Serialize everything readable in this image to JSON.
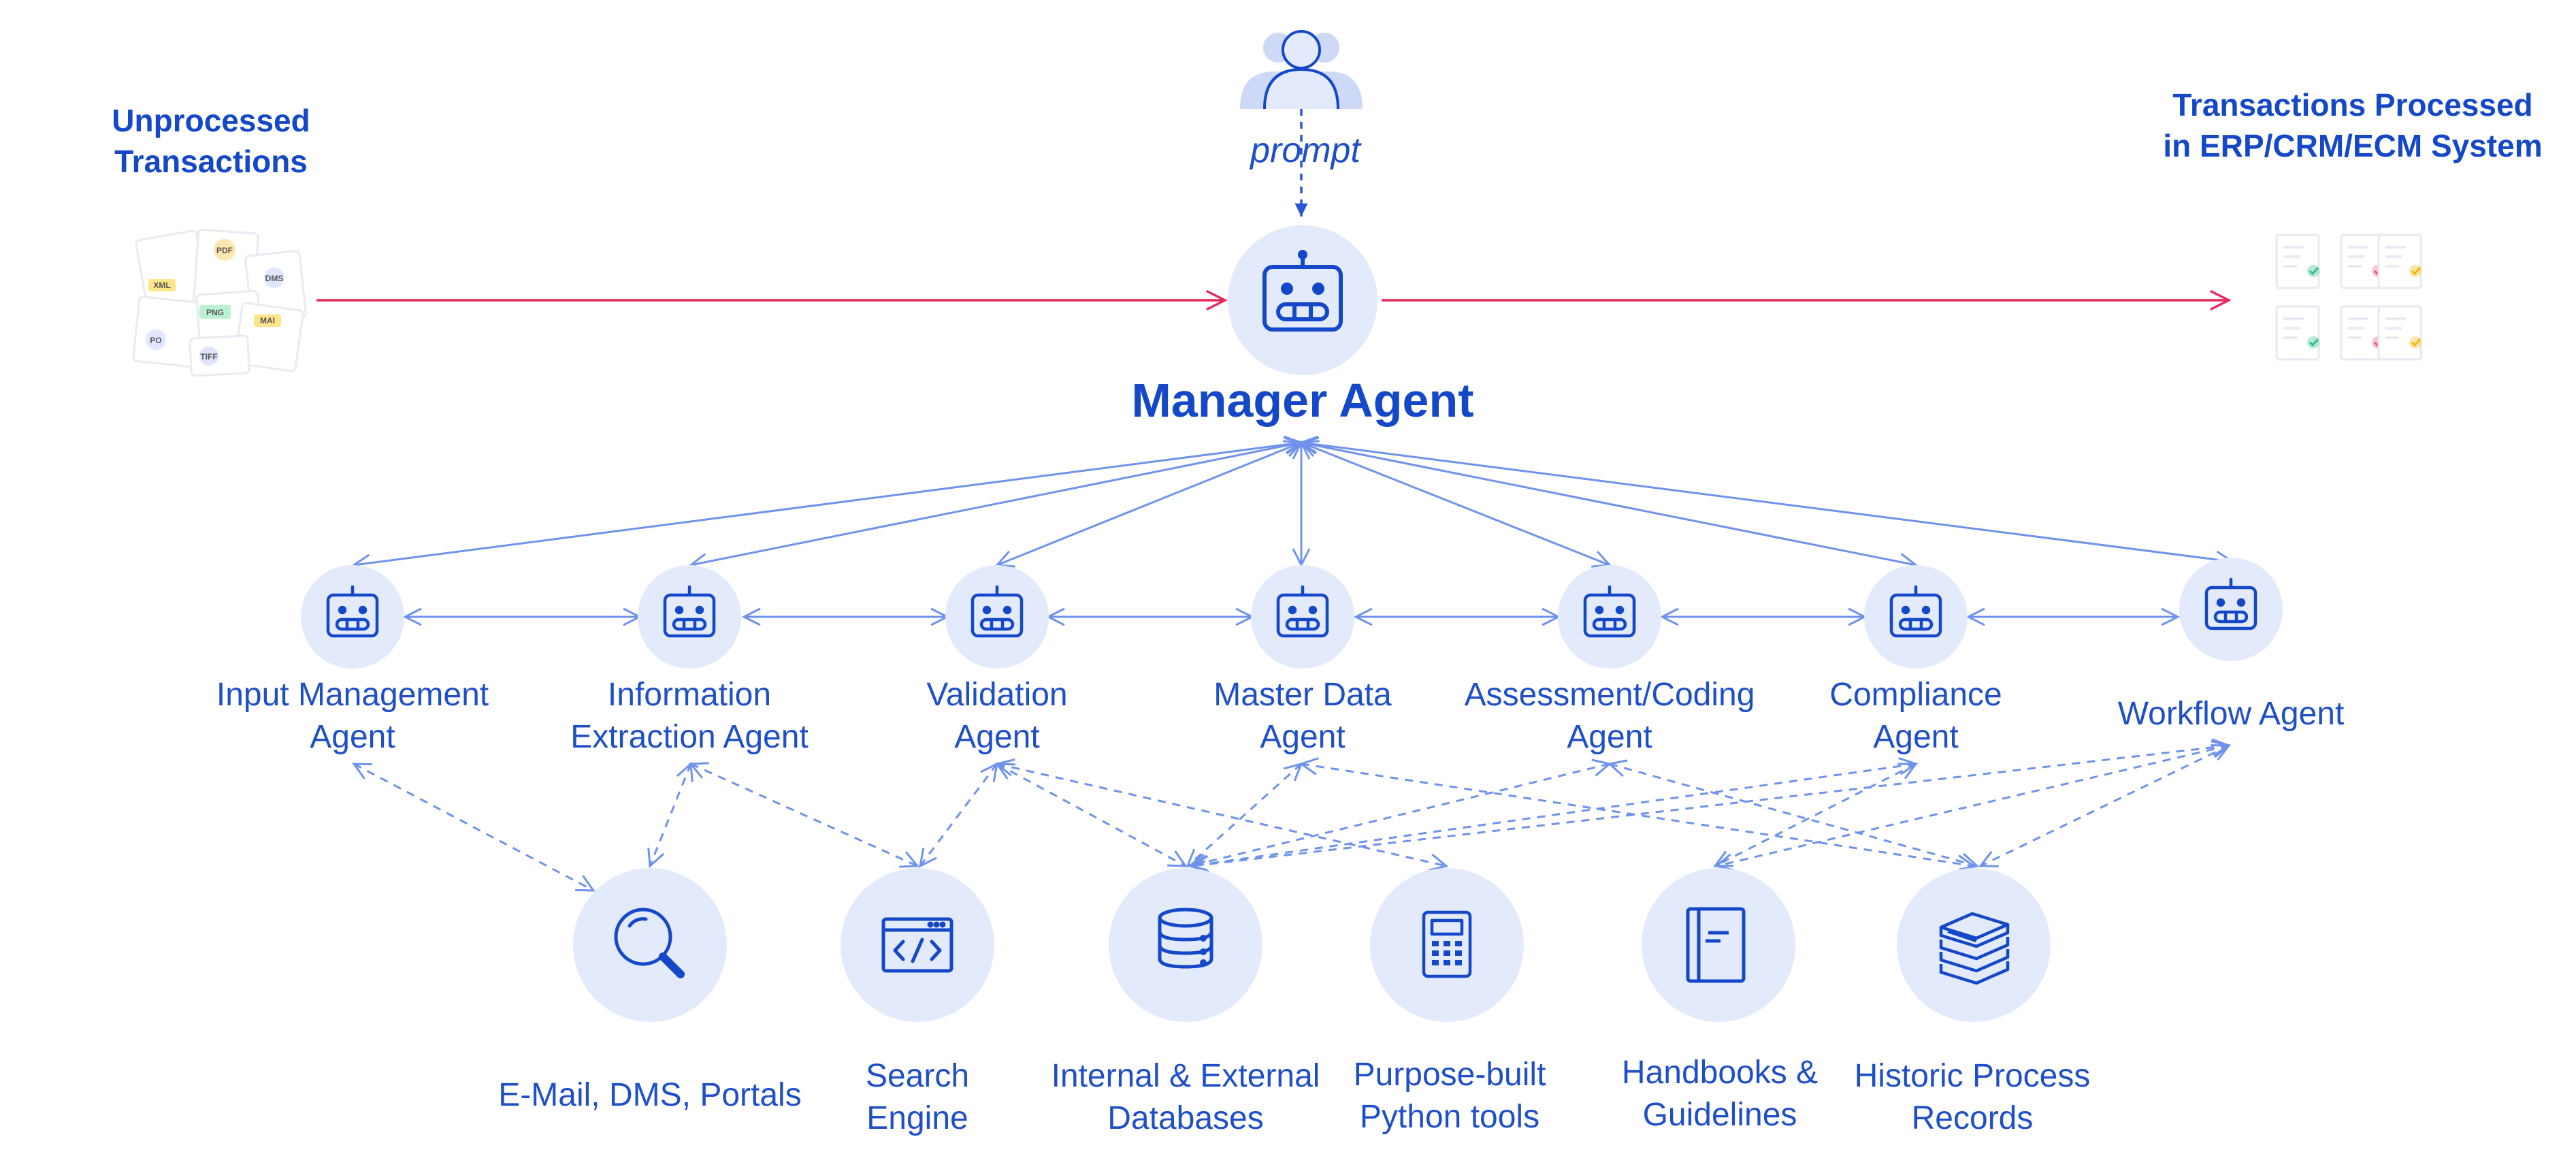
{
  "input": {
    "title_line1": "Unprocessed",
    "title_line2": "Transactions",
    "doc_tags": [
      "XML",
      "PDF",
      "DMS",
      "PNG",
      "PO",
      "MAI",
      "TIFF"
    ]
  },
  "output": {
    "title_line1": "Transactions Processed",
    "title_line2": "in ERP/CRM/ECM System"
  },
  "user": {
    "icon": "user-group-icon",
    "prompt_label": "prompt"
  },
  "manager": {
    "title": "Manager Agent",
    "icon": "robot-icon"
  },
  "agents": [
    {
      "id": "input",
      "line1": "Input Management",
      "line2": "Agent"
    },
    {
      "id": "extract",
      "line1": "Information",
      "line2": "Extraction Agent"
    },
    {
      "id": "validate",
      "line1": "Validation",
      "line2": "Agent"
    },
    {
      "id": "master",
      "line1": "Master Data",
      "line2": "Agent"
    },
    {
      "id": "assess",
      "line1": "Assessment/Coding",
      "line2": "Agent"
    },
    {
      "id": "comply",
      "line1": "Compliance",
      "line2": "Agent"
    },
    {
      "id": "workflow",
      "line1": "Workflow Agent",
      "line2": ""
    }
  ],
  "tools": [
    {
      "id": "email",
      "icon": "magnifier-icon",
      "line1": "E-Mail, DMS, Portals",
      "line2": ""
    },
    {
      "id": "search",
      "icon": "browser-code-icon",
      "line1": "Search",
      "line2": "Engine"
    },
    {
      "id": "db",
      "icon": "database-icon",
      "line1": "Internal & External",
      "line2": "Databases"
    },
    {
      "id": "python",
      "icon": "calculator-icon",
      "line1": "Purpose-built",
      "line2": "Python tools"
    },
    {
      "id": "handbook",
      "icon": "notebook-icon",
      "line1": "Handbooks &",
      "line2": "Guidelines"
    },
    {
      "id": "records",
      "icon": "book-stack-icon",
      "line1": "Historic Process",
      "line2": "Records"
    }
  ],
  "colors": {
    "primary": "#1448c9",
    "node_fill": "#e3eafb",
    "connector": "#6f93ec",
    "flow": "#e8285c"
  }
}
